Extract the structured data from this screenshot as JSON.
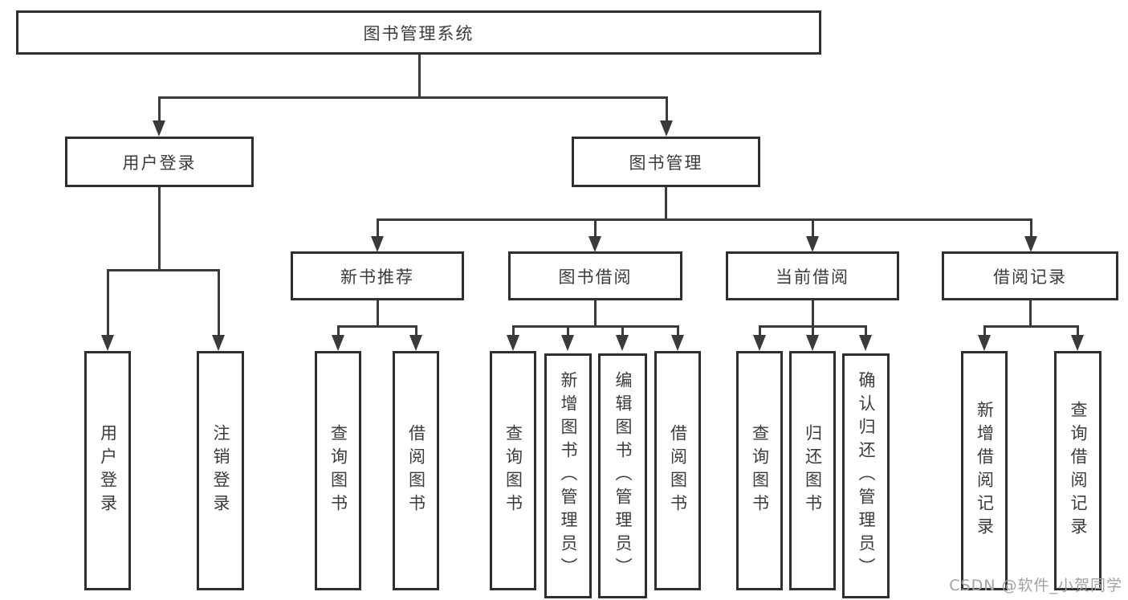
{
  "diagram": {
    "root": {
      "label": "图书管理系统"
    },
    "level2": [
      {
        "label": "用户登录"
      },
      {
        "label": "图书管理"
      }
    ],
    "level3": [
      {
        "label": "新书推荐"
      },
      {
        "label": "图书借阅"
      },
      {
        "label": "当前借阅"
      },
      {
        "label": "借阅记录"
      }
    ],
    "leaves": {
      "user": [
        {
          "label": "用户登录"
        },
        {
          "label": "注销登录"
        }
      ],
      "recommend": [
        {
          "label": "查询图书"
        },
        {
          "label": "借阅图书"
        }
      ],
      "borrow": [
        {
          "label": "查询图书"
        },
        {
          "label": "新增图书（管理员）"
        },
        {
          "label": "编辑图书（管理员）"
        },
        {
          "label": "借阅图书"
        }
      ],
      "current": [
        {
          "label": "查询图书"
        },
        {
          "label": "归还图书"
        },
        {
          "label": "确认归还（管理员）"
        }
      ],
      "records": [
        {
          "label": "新增借阅记录"
        },
        {
          "label": "查询借阅记录"
        }
      ]
    },
    "watermark": "CSDN @软件_小贺同学",
    "colors": {
      "line": "#3a3a3a",
      "box_border": "#2f2f2f",
      "text": "#3c3c3c",
      "watermark": "#a2a2a2",
      "background": "#ffffff"
    }
  }
}
